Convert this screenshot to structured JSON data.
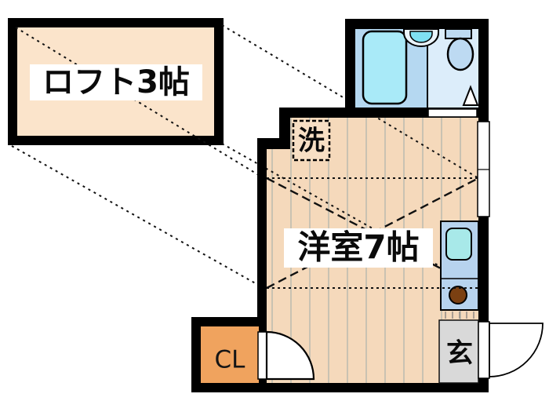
{
  "plan": {
    "type": "apartment-floor-plan",
    "labels": {
      "loft": "ロフト3帖",
      "room": "洋室7帖",
      "washer": "洗",
      "closet": "CL",
      "entrance": "玄"
    }
  },
  "colors": {
    "wall": "#000000",
    "floor": "#F5D9BB",
    "floor_stripe": "#C9C2B2",
    "loft_floor": "#FBE4CB",
    "closet": "#F0A35E",
    "entrance_floor": "#D9D9D9",
    "bath_zone": "#B5D8F1",
    "toilet_zone": "#DCEDFA",
    "bathtub": "#A9EAF8",
    "sink_bowl": "#7FE0F2",
    "toilet": "#BDDAF2",
    "kitchen": "#B7D3EE",
    "kitchen_sink": "#A8E9E9",
    "stove_burner": "#7B4012",
    "washer_box_bg": "#F7DFC4",
    "label_bg": "#FFFFFF"
  }
}
